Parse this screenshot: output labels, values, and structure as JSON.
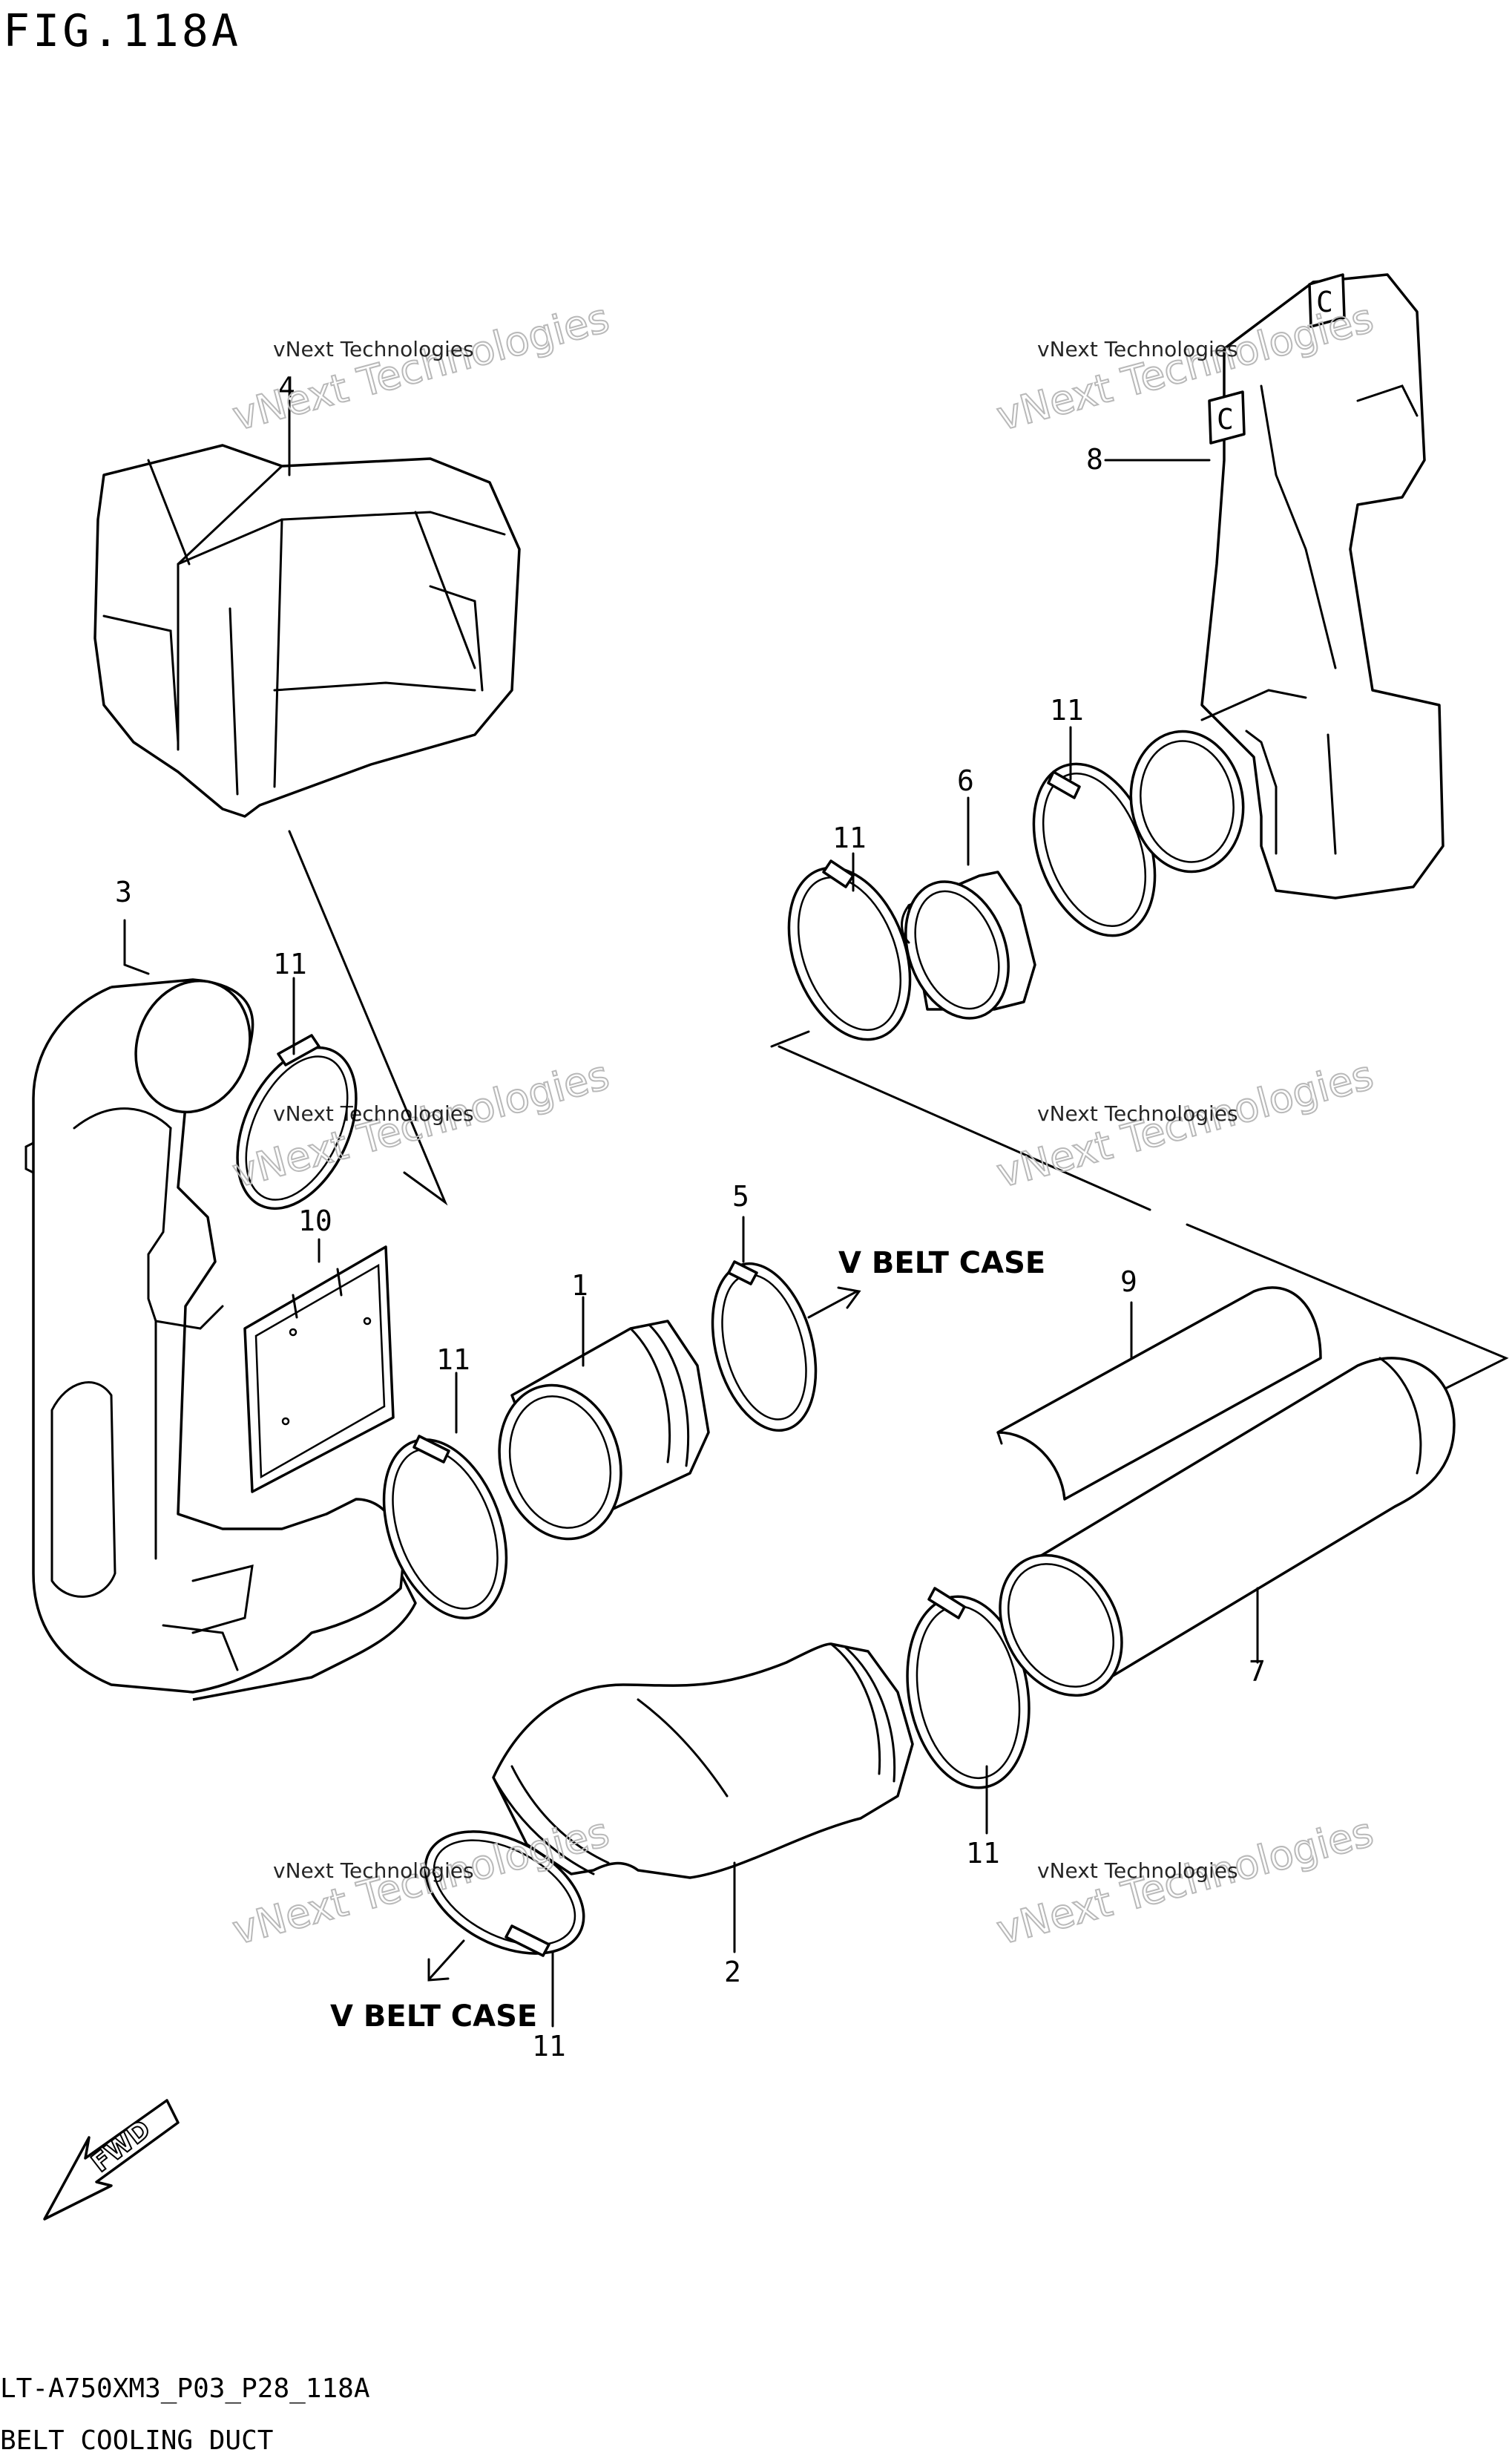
{
  "figure": {
    "title": "FIG.118A",
    "model_code": "LT-A750XM3_P03_P28_118A",
    "subtitle": "BELT COOLING DUCT"
  },
  "callouts": [
    "1",
    "2",
    "3",
    "4",
    "5",
    "6",
    "7",
    "8",
    "9",
    "10",
    "11",
    "11",
    "11",
    "11",
    "11",
    "11"
  ],
  "direction_labels": {
    "v_belt_case_upper": "V BELT CASE",
    "v_belt_case_lower": "V BELT CASE",
    "forward_arrow": "FWD"
  },
  "reference_marks": [
    "C",
    "C"
  ],
  "watermark": {
    "small": "vNext Technologies",
    "large": "vNext Technologies"
  }
}
